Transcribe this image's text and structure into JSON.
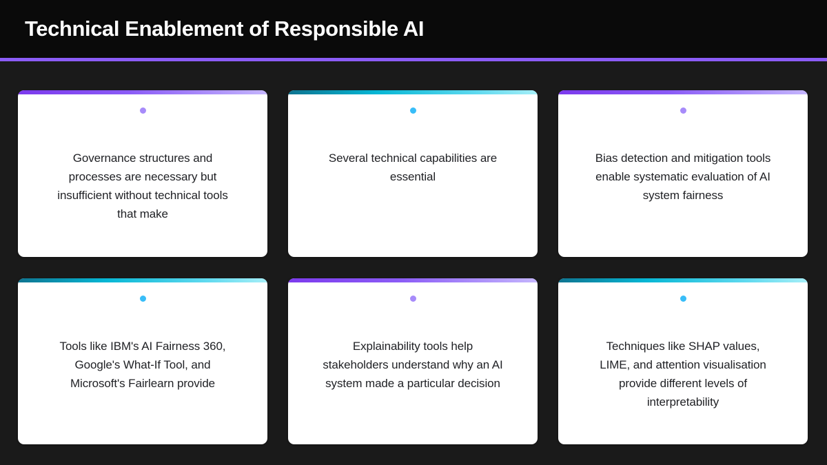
{
  "header": {
    "title": "Technical Enablement of Responsible AI",
    "accent_color": "#8b5cf6",
    "background_color": "#0a0a0a"
  },
  "theme": {
    "page_background": "#1a1a1a",
    "card_background": "#ffffff",
    "card_text_color": "#1f2024",
    "purple": "#8b5cf6",
    "purple_light": "#a78bfa",
    "cyan": "#06b6d4",
    "cyan_light": "#38bdf8"
  },
  "cards": [
    {
      "id": "governance-structures",
      "accent": "purple",
      "dot_icon": "bullet-dot-icon",
      "text": "Governance structures and processes are necessary but insufficient without technical tools that make"
    },
    {
      "id": "technical-capabilities",
      "accent": "cyan",
      "dot_icon": "bullet-dot-icon",
      "text": "Several technical capabilities are essential"
    },
    {
      "id": "bias-detection",
      "accent": "purple",
      "dot_icon": "bullet-dot-icon",
      "text": "Bias detection and mitigation tools enable systematic evaluation of AI system fairness"
    },
    {
      "id": "fairness-toolkits",
      "accent": "cyan",
      "dot_icon": "bullet-dot-icon",
      "text": "Tools like IBM's AI Fairness 360, Google's What-If Tool, and Microsoft's Fairlearn provide"
    },
    {
      "id": "explainability-tools",
      "accent": "purple",
      "dot_icon": "bullet-dot-icon",
      "text": "Explainability tools help stakeholders understand why an AI system made a particular decision"
    },
    {
      "id": "interpretability-techniques",
      "accent": "cyan",
      "dot_icon": "bullet-dot-icon",
      "text": "Techniques like SHAP values, LIME, and attention visualisation provide different levels of interpretability"
    }
  ]
}
